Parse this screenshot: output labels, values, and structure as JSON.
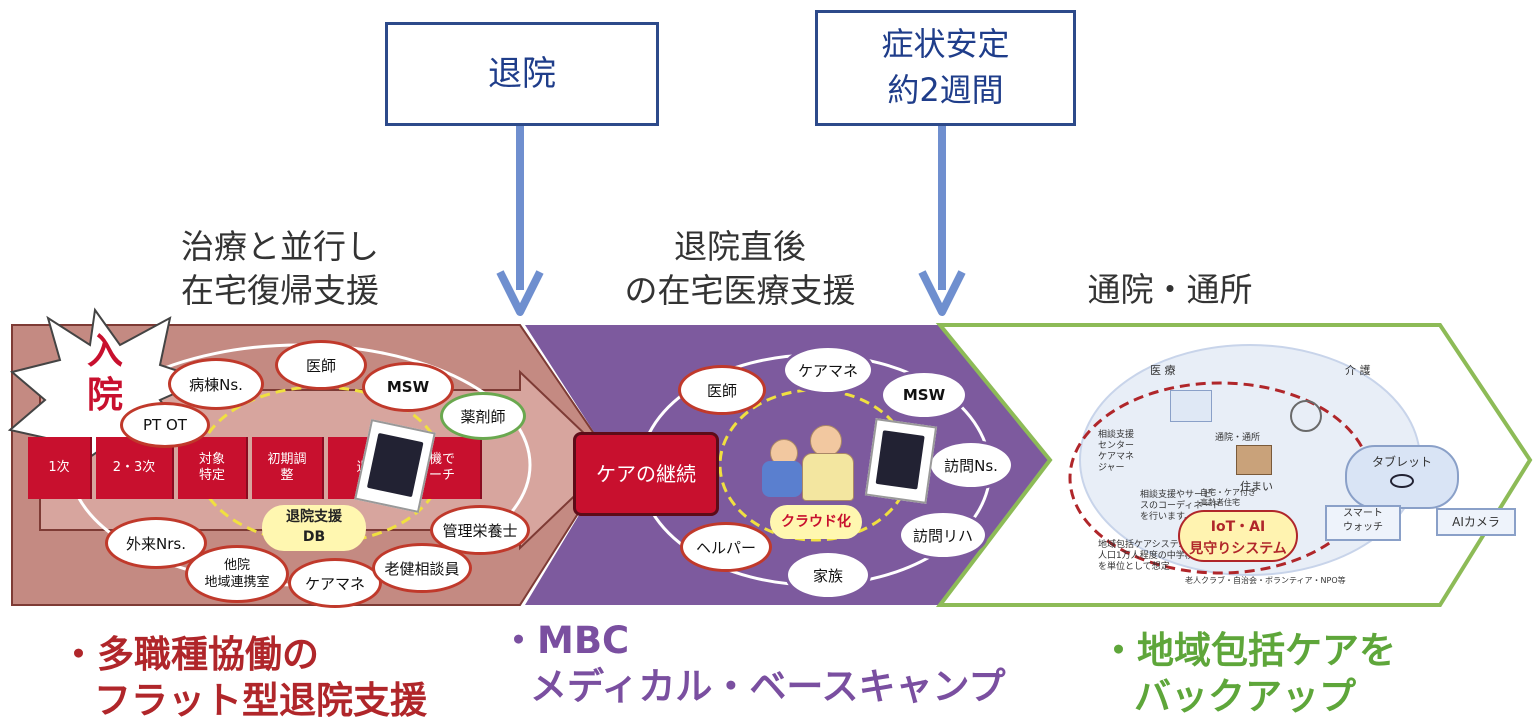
{
  "boxes": {
    "discharge": "退院",
    "stable_line1": "症状安定",
    "stable_line2": "約2週間"
  },
  "headings": {
    "phase1_line1": "治療と並行し",
    "phase1_line2": "在宅復帰支援",
    "phase2_line1": "退院直後",
    "phase2_line2": "の在宅医療支援",
    "phase3": "通院・通所"
  },
  "admission": {
    "line1": "入",
    "line2": "院"
  },
  "phase1": {
    "roles": [
      "医師",
      "病棟Ns.",
      "MSW",
      "薬剤師",
      "PT OT",
      "外来Nrs.",
      "他院\n地域連携室",
      "ケアマネ",
      "老健相談員",
      "管理栄養士"
    ],
    "steps": [
      "1次",
      "2・3次",
      "対象\n特定",
      "初期調\n整",
      "退",
      "機で\nーチ"
    ],
    "db_line1": "退院支援",
    "db_line2": "DB"
  },
  "phase2": {
    "care_continuation": "ケアの継続",
    "roles": [
      "ケアマネ",
      "医師",
      "MSW",
      "訪問Ns.",
      "訪問リハ",
      "家族",
      "ヘルパー"
    ],
    "cloud": "クラウド化"
  },
  "phase3": {
    "left_header": "医 療",
    "right_header": "介 護",
    "iot_line1": "IoT・AI",
    "iot_line2": "見守りシステム",
    "tablet": "タブレット",
    "smartwatch": "スマート\nウォッチ",
    "ai_camera": "AIカメラ",
    "note1": "相談支援\nセンター\nケアマネ\nジャー",
    "note2": "相談支援やサービ\nスのコーディネート\nを行います。",
    "note3": "地域包括ケアシステム\n人口1万人程度の中学校区\nを単位として想定",
    "home": "住まい",
    "visit": "通院・通所",
    "care_at_home": "自宅・ケア付き\n高齢者住宅",
    "senior_club": "老人クラブ・自治会・ボランティア・NPO等"
  },
  "bottom": {
    "left_line1": "・多職種協働の",
    "left_line2": "フラット型退院支援",
    "mid_line1": "・MBC",
    "mid_line2": "メディカル・ベースキャンプ",
    "right_line1": "・地域包括ケアを",
    "right_line2": "バックアップ"
  },
  "colors": {
    "phase1_band": "#c48a82",
    "phase2_band": "#7d5a9e",
    "phase3_border": "#8dbb57",
    "box_border": "#2d4a8a",
    "arrow": "#6f8fcf",
    "bottom_left": "#b0262a",
    "bottom_mid": "#7a4fa0",
    "bottom_right": "#5ea63a",
    "steps": "#c8102e"
  }
}
